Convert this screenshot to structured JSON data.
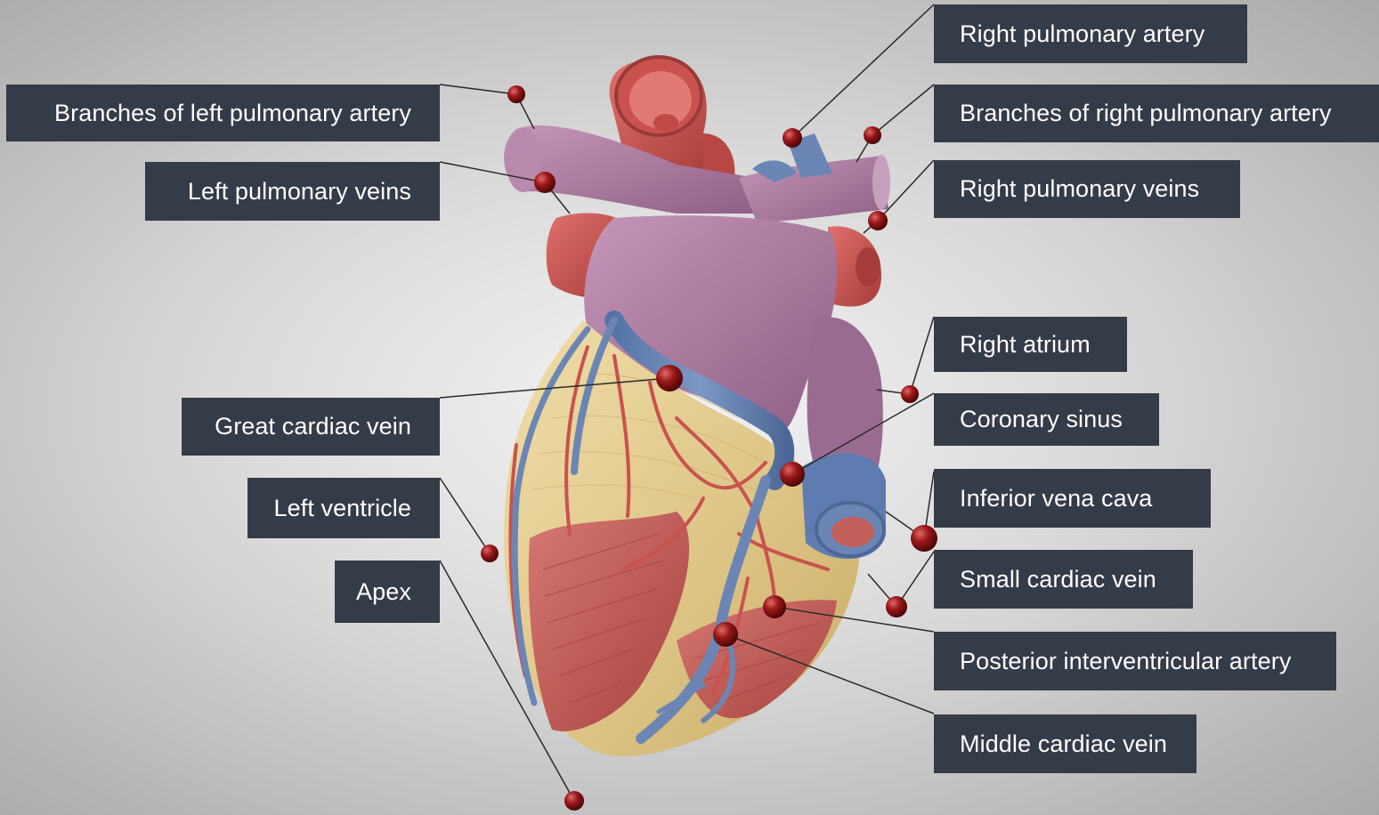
{
  "labels": {
    "branches_left_pulmonary_artery": "Branches of left pulmonary artery",
    "left_pulmonary_veins": "Left pulmonary veins",
    "great_cardiac_vein": "Great cardiac vein",
    "left_ventricle": "Left ventricle",
    "apex": "Apex",
    "right_pulmonary_artery": "Right pulmonary artery",
    "branches_right_pulmonary_artery": "Branches of right pulmonary artery",
    "right_pulmonary_veins": "Right pulmonary veins",
    "right_atrium": "Right atrium",
    "coronary_sinus": "Coronary sinus",
    "inferior_vena_cava": "Inferior vena cava",
    "small_cardiac_vein": "Small cardiac vein",
    "posterior_interventricular_artery": "Posterior interventricular artery",
    "middle_cardiac_vein": "Middle cardiac vein"
  },
  "colors": {
    "label_bg": "#343c48",
    "label_text": "#ffffff",
    "artery": "#c9524f",
    "vein": "#6b86b5",
    "pulmonary_vessel": "#b07ea2",
    "ventricle_fat": "#e2cc8c",
    "muscle": "#c25f5a",
    "marker": "#8c1212"
  }
}
